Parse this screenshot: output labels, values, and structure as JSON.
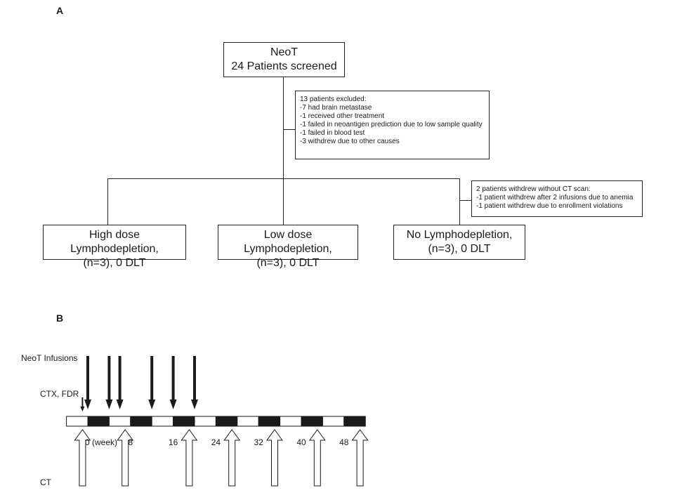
{
  "panel_a": {
    "label": "A",
    "screened": {
      "line1": "NeoT",
      "line2": "24 Patients screened"
    },
    "excluded": {
      "title": "13 patients excluded:",
      "items": [
        "-7 had brain metastase",
        "-1 received other treatment",
        "-1 failed in neoantigen prediction due to low sample quality",
        "-1 failed in blood test",
        "-3 withdrew due to other causes"
      ]
    },
    "withdrew": {
      "title": "2 patients withdrew without CT scan:",
      "items": [
        "-1 patient withdrew after 2 infusions due to anemia",
        "-1 patient withdrew due to enrollment violations"
      ]
    },
    "arms": [
      {
        "line1": "High dose Lymphodepletion,",
        "line2": "(n=3), 0 DLT"
      },
      {
        "line1": "Low dose Lymphodepletion,",
        "line2": "(n=3), 0 DLT"
      },
      {
        "line1": "No Lymphodepletion,",
        "line2": "(n=3), 0 DLT"
      }
    ]
  },
  "panel_b": {
    "label": "B",
    "row_labels": {
      "infusions": "NeoT Infusions",
      "ctx": "CTX, FDR",
      "ct": "CT"
    },
    "infusion_weeks": [
      0,
      4,
      6,
      12,
      16,
      20
    ],
    "ctx_week": -1,
    "ct_weeks": [
      -1,
      7,
      19,
      27,
      35,
      43,
      51
    ],
    "axis_start_week": -4,
    "axis_end_week": 52,
    "segment_weeks": 4,
    "first_segment_filled": false,
    "tick_labels": [
      {
        "week": 0,
        "text": "0 (week)"
      },
      {
        "week": 8,
        "text": "8"
      },
      {
        "week": 16,
        "text": "16"
      },
      {
        "week": 24,
        "text": "24"
      },
      {
        "week": 32,
        "text": "32"
      },
      {
        "week": 40,
        "text": "40"
      },
      {
        "week": 48,
        "text": "48"
      }
    ],
    "colors": {
      "filled": "#1a1a1a",
      "empty": "#ffffff"
    }
  }
}
